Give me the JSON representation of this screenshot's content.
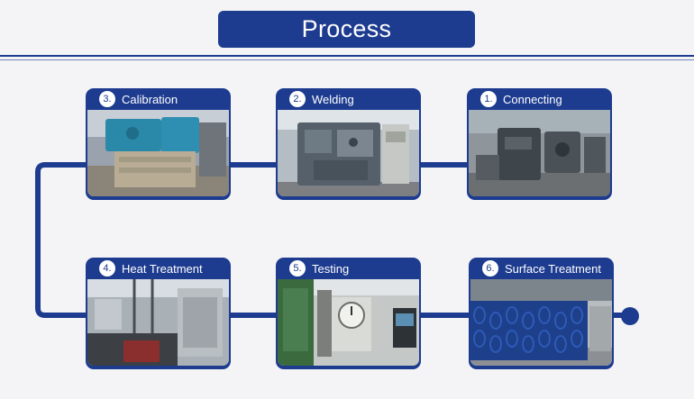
{
  "title": "Process",
  "steps": [
    {
      "number": "3.",
      "label": "Calibration",
      "photo": "calibration-machine"
    },
    {
      "number": "2.",
      "label": "Welding",
      "photo": "welding-machine"
    },
    {
      "number": "1.",
      "label": "Connecting",
      "photo": "connecting-machine"
    },
    {
      "number": "4.",
      "label": "Heat Treatment",
      "photo": "heat-treatment-furnace"
    },
    {
      "number": "5.",
      "label": "Testing",
      "photo": "testing-machine"
    },
    {
      "number": "6.",
      "label": "Surface Treatment",
      "photo": "blue-coated-chains"
    }
  ],
  "colors": {
    "accent": "#1d3b8f",
    "background": "#f4f4f6"
  }
}
